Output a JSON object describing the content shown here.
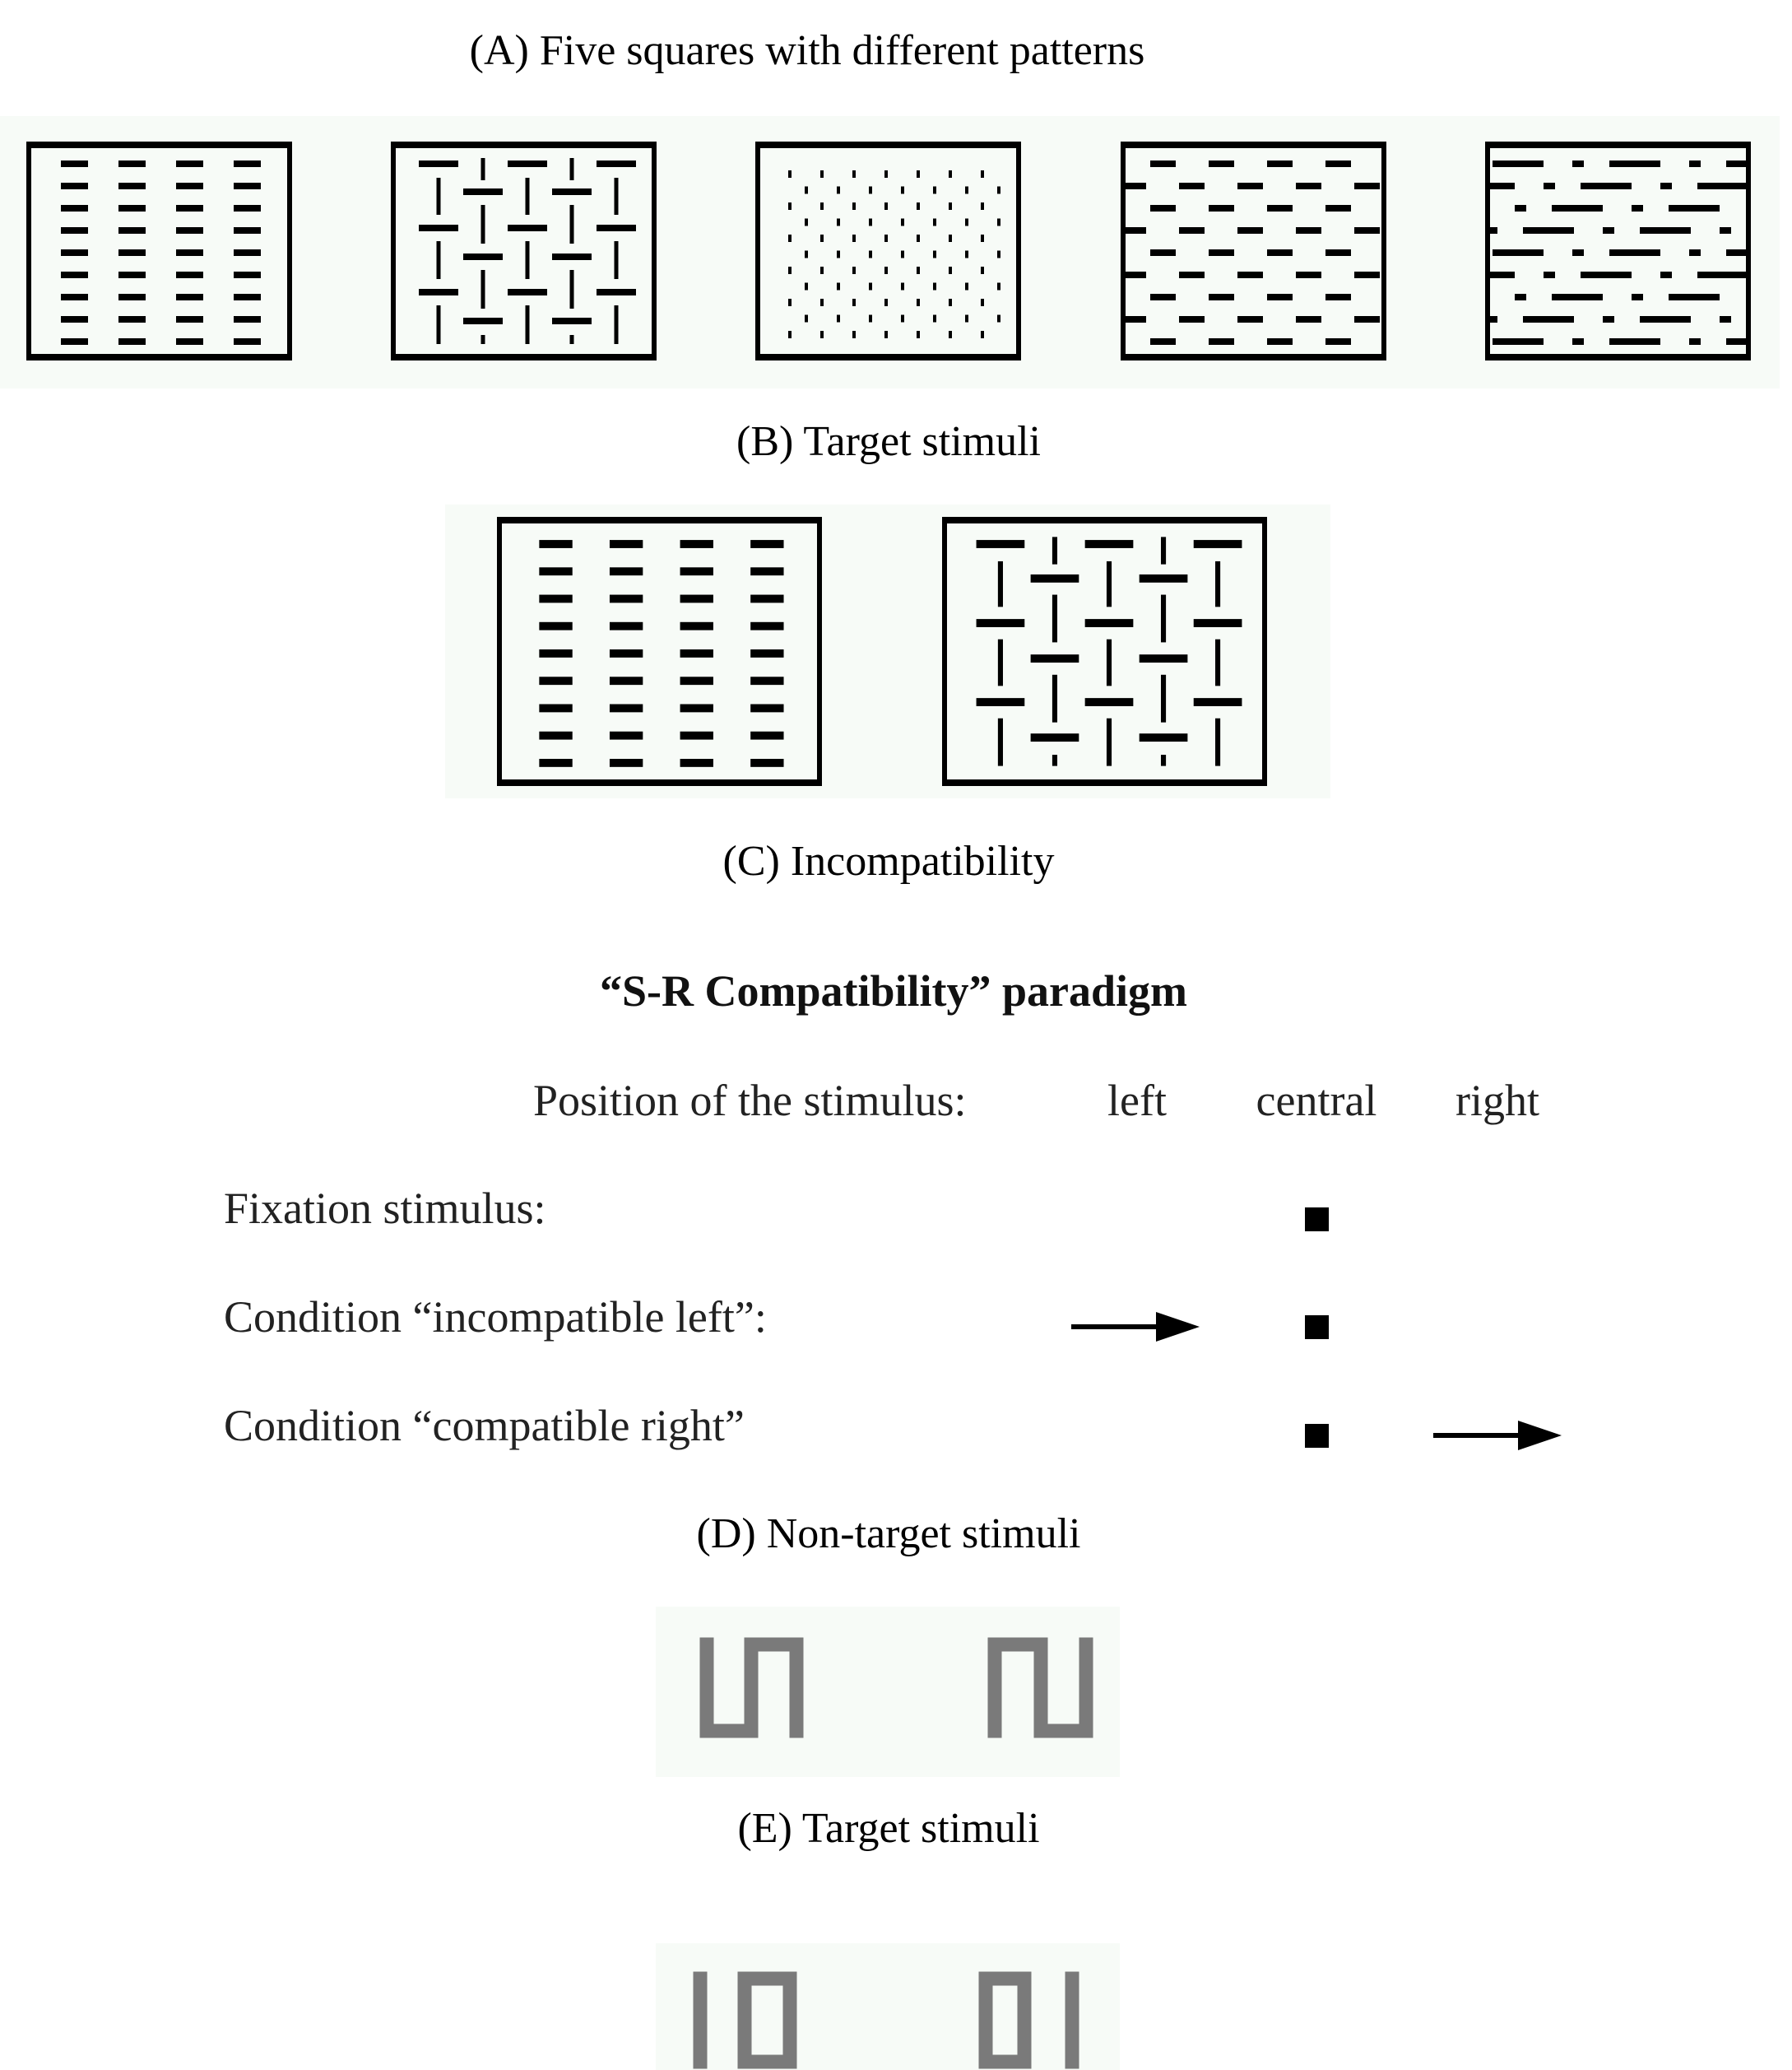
{
  "captions": {
    "a": "(A) Five squares with different patterns",
    "b": "(B) Target stimuli",
    "c": "(C) Incompatibility",
    "d": "(D) Non-target stimuli",
    "e": "(E) Target stimuli"
  },
  "paradigm": {
    "title": "“S-R Compatibility” paradigm",
    "position_label": "Position of the stimulus:",
    "positions": [
      "left",
      "central",
      "right"
    ],
    "rows": [
      "Fixation stimulus:",
      "Condition “incompatible left”:",
      "Condition “compatible right”"
    ]
  },
  "patterns_a": [
    "dashes-grid",
    "basket-weave",
    "dots",
    "offset-dashes",
    "dash-dot"
  ],
  "patterns_b": [
    "dashes-grid",
    "basket-weave"
  ],
  "colors": {
    "band": "#f7fbf7",
    "stimulus": "#7a7a7a",
    "ink": "#000000"
  }
}
